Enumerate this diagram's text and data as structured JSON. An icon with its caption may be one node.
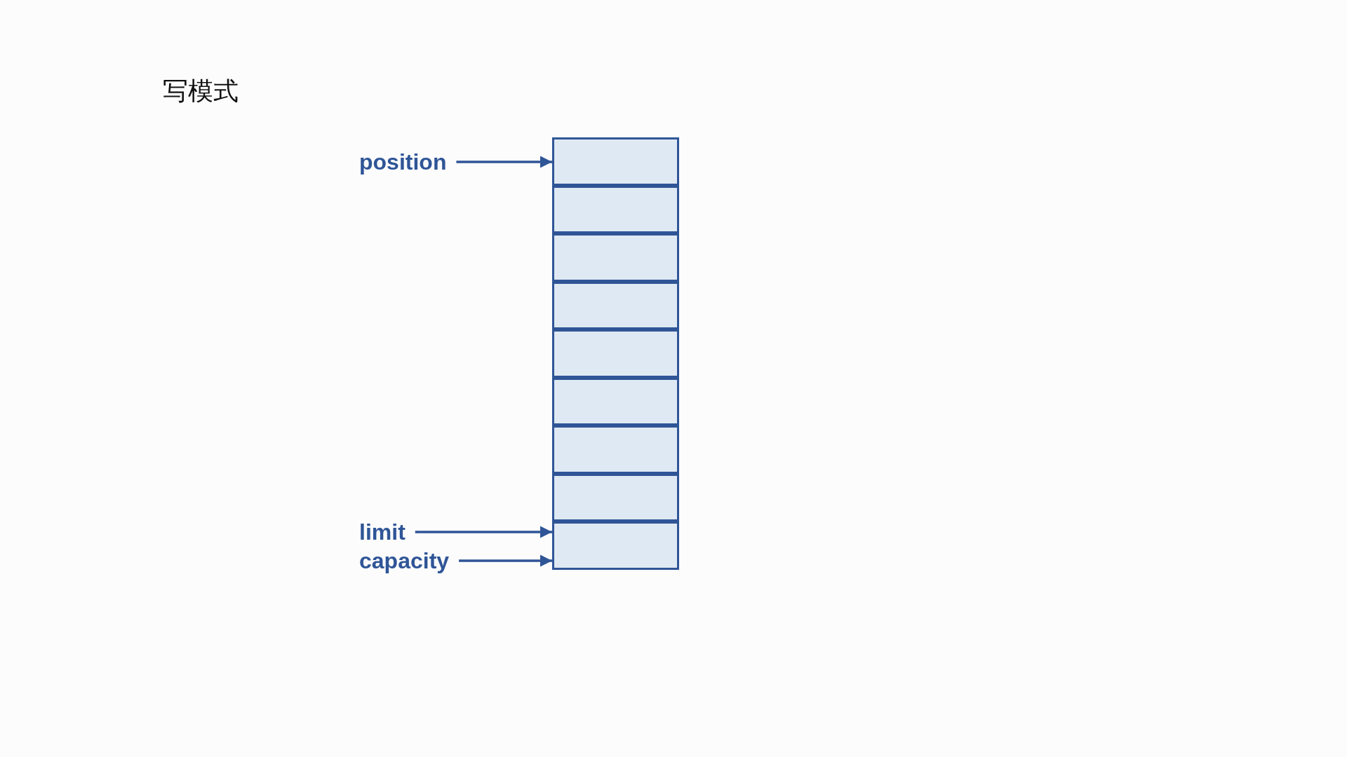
{
  "diagram": {
    "title": "写模式",
    "nodes": [
      {
        "text": [
          "position"
        ]
      },
      {
        "text": [
          "limit"
        ]
      },
      {
        "text": [
          "capacity"
        ]
      },
      {
        "text": [],
        "shape": "box"
      },
      {
        "text": [],
        "shape": "box"
      },
      {
        "text": [],
        "shape": "box"
      },
      {
        "text": [],
        "shape": "box"
      },
      {
        "text": [],
        "shape": "box"
      },
      {
        "text": [],
        "shape": "box"
      },
      {
        "text": [],
        "shape": "box"
      },
      {
        "text": [],
        "shape": "box"
      },
      {
        "text": [],
        "shape": "box"
      }
    ],
    "edges": [
      {
        "from": 0,
        "to": 3,
        "arrow": "to"
      },
      {
        "from": 1,
        "to": 11,
        "arrow": "to"
      },
      {
        "from": 2,
        "to": 11,
        "arrow": "to"
      }
    ]
  }
}
